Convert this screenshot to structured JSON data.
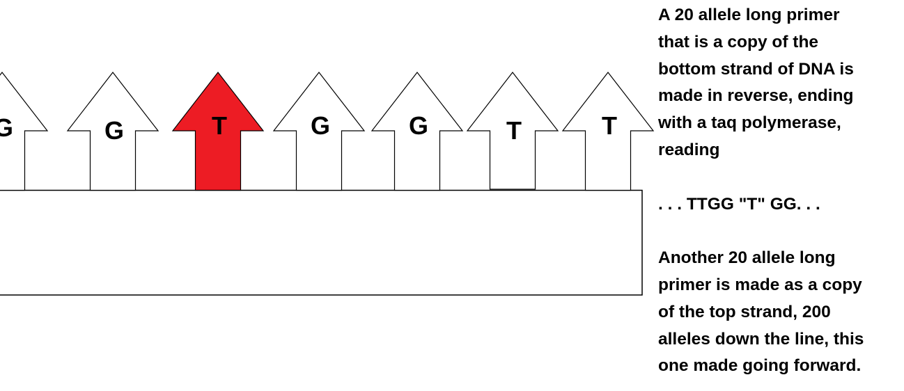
{
  "colors": {
    "highlight": "#ed1c24",
    "stroke": "#000000",
    "fill": "#ffffff"
  },
  "arrows": [
    {
      "letter": "G",
      "highlighted": false
    },
    {
      "letter": "G",
      "highlighted": false
    },
    {
      "letter": "T",
      "highlighted": true
    },
    {
      "letter": "G",
      "highlighted": false
    },
    {
      "letter": "G",
      "highlighted": false
    },
    {
      "letter": "T",
      "highlighted": false
    },
    {
      "letter": "T",
      "highlighted": false
    }
  ],
  "text": {
    "lines": [
      "A 20 allele long primer",
      "that is a copy of the",
      "bottom strand of DNA is",
      "made in reverse, ending",
      "with a taq polymerase,",
      "reading",
      "",
      ". . . TTGG \"T\" GG. . .",
      "",
      "Another 20 allele long",
      "primer is made as a copy",
      "of the top strand, 200",
      "alleles down the line, this",
      "one made going forward."
    ]
  }
}
